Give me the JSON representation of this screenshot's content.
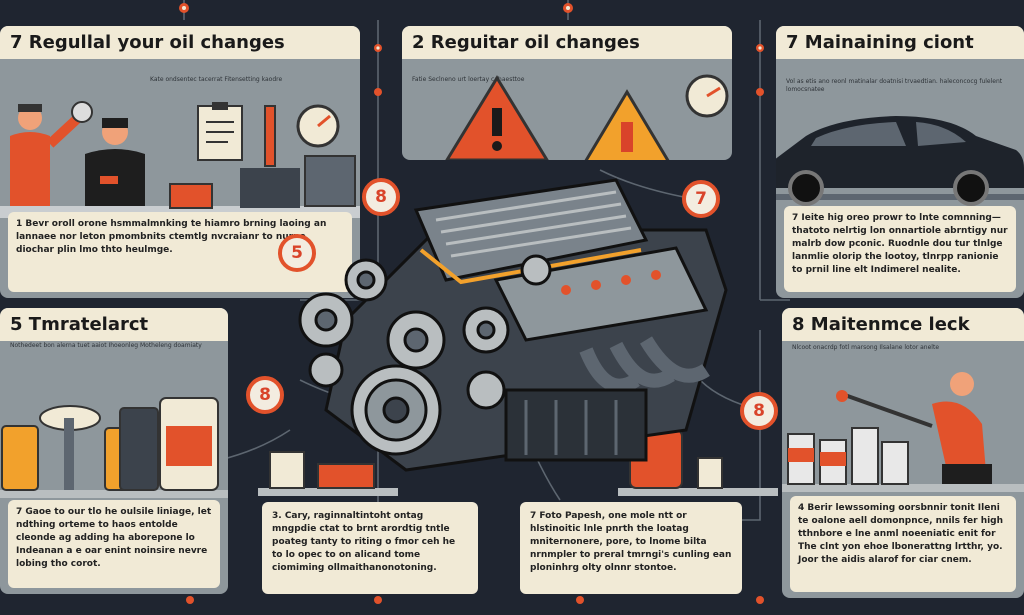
{
  "panels": {
    "top_left": {
      "title": "7 Regullal your oil changes",
      "subtext": "Kate ondsentec tacerrat Fitensetting kaodre",
      "body": "1 Bevr oroll orone hsmmalmnking te hiamro brning laoing an lannaee nor leton pmombnits ctemtlg nvcraianr to nurno diochar plin lmo thto heulmge."
    },
    "top_center": {
      "title": "2 Reguitar oil changes",
      "subtext": "Fatie Seclneno urt loertay cahaesttoe"
    },
    "top_right": {
      "title": "7 Mainaining ciont",
      "subtext": "Vol as etis ano reonl matinalar doatnisi trvaedtian. haleconcocg fulelent lomocsnatee",
      "body": "7 Ieite hig oreo prowr to lnte comnning— thatoto nelrtig lon onnartiole abrntigy nur malrb dow pconic. Ruodnle dou tur tlnlge lanmlie olorip the lootoy, tlnrpp ranionie to prnil line elt Indimerel nealite."
    },
    "mid_left": {
      "title": "5 Tmratelarct",
      "subtext": "Nothedeet bon alerna tuet aaiot Ihoeonleg Motheleng doamiaty",
      "body": "7 Gaoe to our tlo he oulsile liniage, let ndthing orteme to haos entolde cleonde ag adding ha aborepone lo Indeanan a e oar enint noinsire nevre lobing tho corot."
    },
    "mid_right": {
      "title": "8 Maitenmce leck",
      "subtext": "Nlcoot onacrdp fotl marsong Ilsalane lotor anelte",
      "body": "4 Berir lewssoming oorsbnnir tonit Ileni te oalone aell domonpnce, nnils fer high tthnbore e lne anml noeeniatic enit for The clnt yon ehoe lbonerattng lrtthr, yo. Joor the aidis alarof for ciar cnem."
    },
    "bottom_left_center": {
      "body": "3. Cary, raginnaltintoht ontag mngpdie ctat to brnt arordtig tntle poateg tanty to riting o fmor ceh he to lo opec to on alicand tome ciomiming ollmaithanonotoning."
    },
    "bottom_center": {
      "body": "7 Foto Papesh, one mole ntt or hlstinoitic lnle pnrth the loatag mniternonere, pore, to lnome bilta nrnmpler to preral tmrngi's cunling ean ploninhrg olty olnnr stontoe."
    }
  },
  "badges": {
    "b1": "8",
    "b2": "5",
    "b3": "7",
    "b4": "8",
    "b5": "8"
  },
  "colors": {
    "background": "#1f2530",
    "panel": "#8e979c",
    "cream": "#f1ead6",
    "accent_orange": "#e2522b",
    "engine_dark": "#3c434c"
  }
}
